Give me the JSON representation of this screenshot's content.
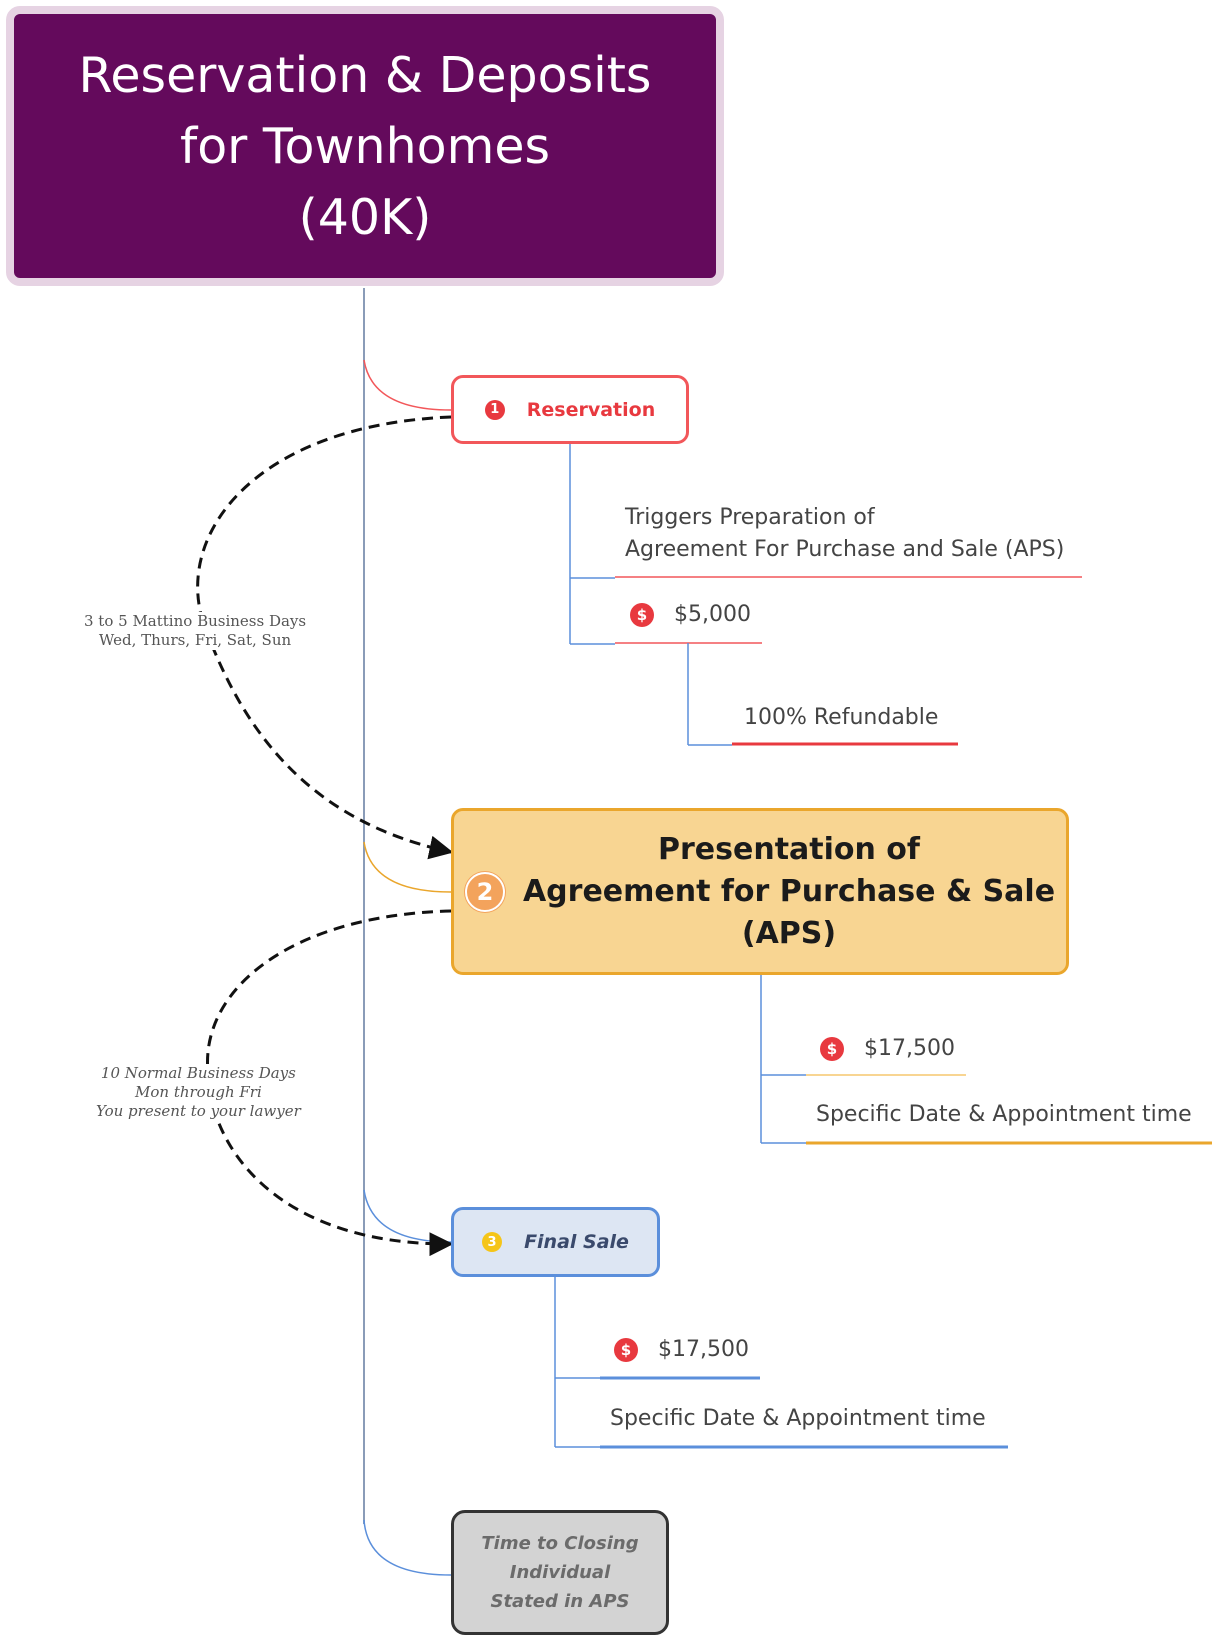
{
  "title": {
    "lines": [
      "Reservation & Deposits",
      "for Townhomes",
      "(40K)"
    ]
  },
  "reservation": {
    "badge": "1",
    "label": "Reservation",
    "triggers": [
      "Triggers Preparation of",
      "Agreement For Purchase and Sale (APS)"
    ],
    "deposit": "$5,000",
    "refund": "100% Refundable",
    "dollar_icon": "$"
  },
  "presentation": {
    "badge": "2",
    "lines": [
      "Presentation of",
      "Agreement for Purchase & Sale",
      "(APS)"
    ],
    "deposit": "$17,500",
    "timing": "Specific Date &  Appointment time"
  },
  "final_sale": {
    "badge": "3",
    "label": "Final Sale",
    "deposit": "$17,500",
    "timing": "Specific Date &  Appointment time"
  },
  "closing": {
    "lines": [
      "Time to Closing",
      "Individual",
      "Stated in APS"
    ]
  },
  "notes": {
    "reservation_to_aps": [
      "3 to 5 Mattino Business Days",
      "Wed, Thurs, Fri, Sat, Sun"
    ],
    "aps_to_final": [
      "10 Normal Business Days",
      "Mon through Fri",
      "You present to your lawyer"
    ]
  },
  "colors": {
    "title_bg": "#640a5c",
    "reservation": "#f2575a",
    "presentation": "#eaa62c",
    "final_sale": "#5b8fdb",
    "closing": "#d3d3d3",
    "trunk": "#8a9cb8"
  }
}
